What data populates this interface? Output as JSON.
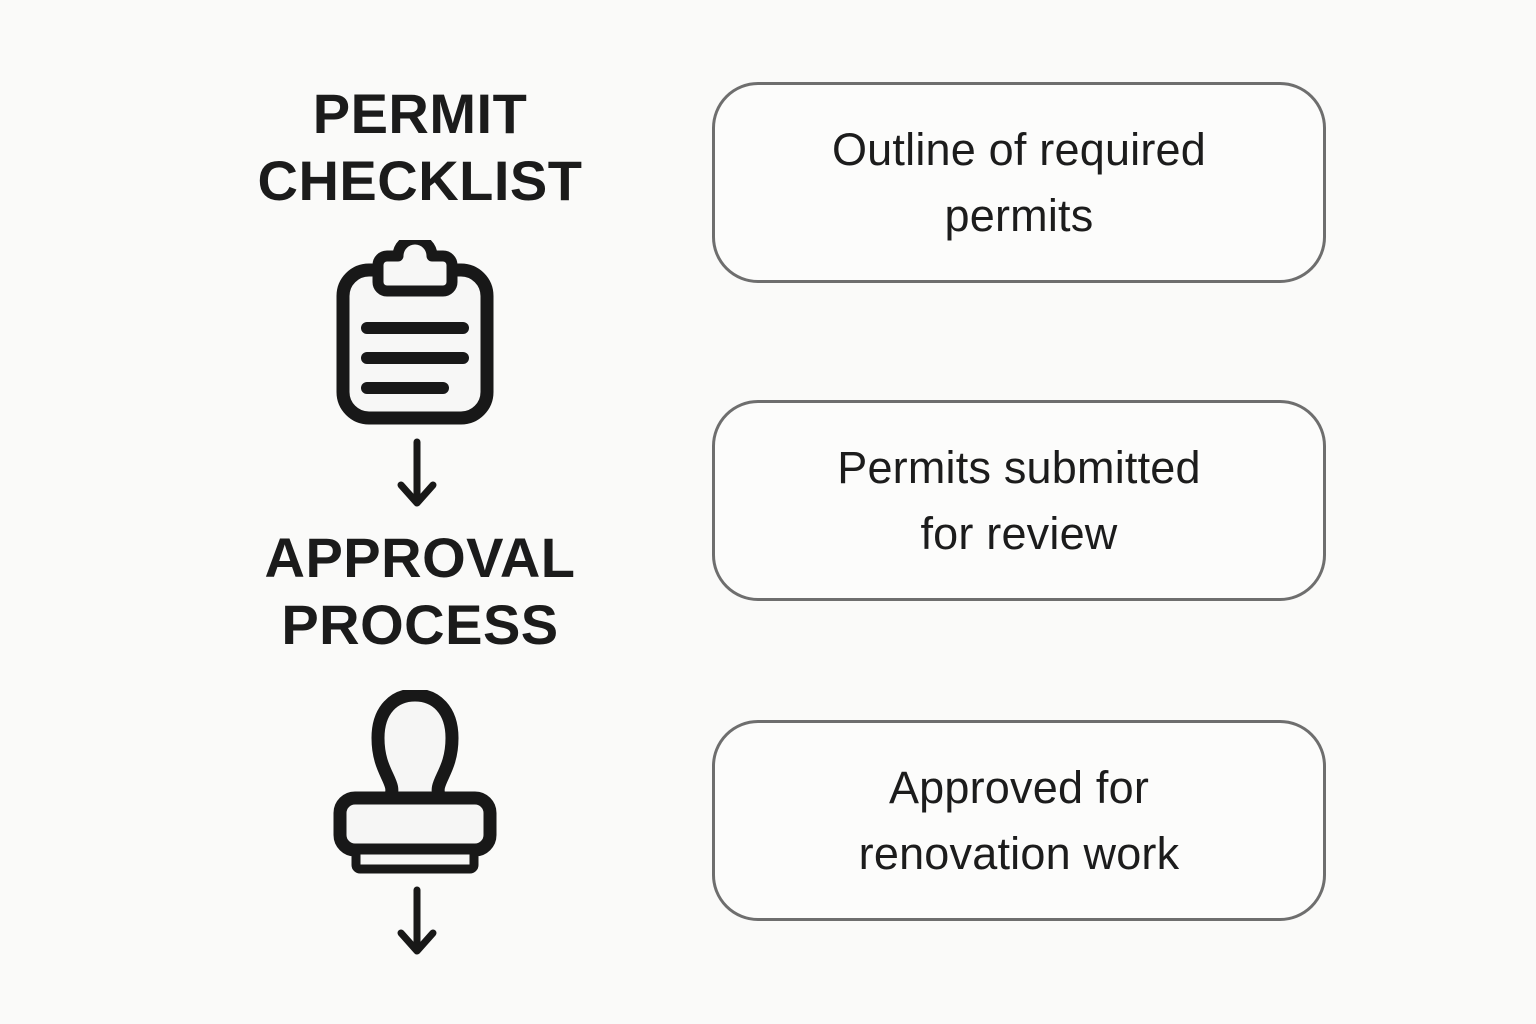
{
  "diagram": {
    "colors": {
      "background": "#fafaf9",
      "ink": "#181818",
      "box_border": "#6e6e6e",
      "box_fill": "#fcfcfb"
    },
    "steps": [
      {
        "heading": "PERMIT\nCHECKLIST",
        "icon": "clipboard-icon"
      },
      {
        "heading": "APPROVAL\nPROCESS",
        "icon": "rubber-stamp-icon"
      }
    ],
    "connectors": [
      {
        "icon": "down-arrow-icon"
      },
      {
        "icon": "down-arrow-icon"
      }
    ],
    "boxes": [
      {
        "label": "Outline of required\npermits"
      },
      {
        "label": "Permits submitted\nfor review"
      },
      {
        "label": "Approved for\nrenovation work"
      }
    ]
  }
}
